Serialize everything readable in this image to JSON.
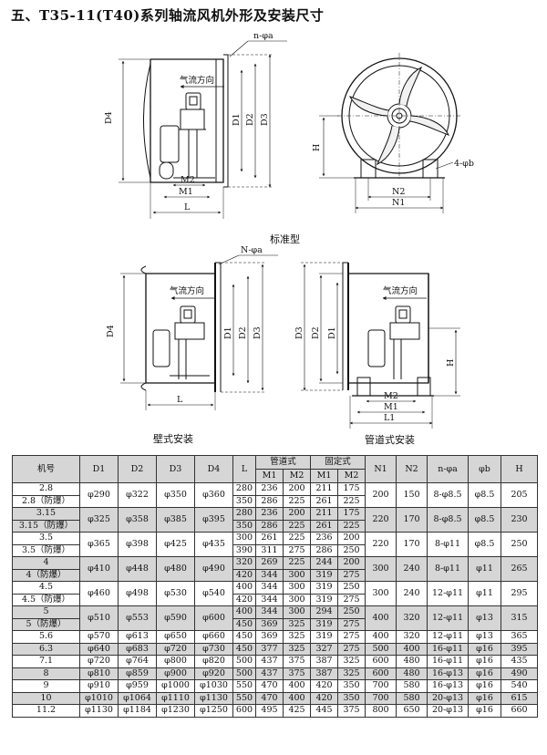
{
  "title": "五、T35-11(T40)系列轴流风机外形及安装尺寸",
  "drawings": {
    "standard": {
      "caption": "标准型",
      "labels": {
        "nphia": "n-φa",
        "airflow": "气流方向",
        "d1": "D1",
        "d2": "D2",
        "d3": "D3",
        "d4": "D4",
        "m1": "M1",
        "m2": "M2",
        "l": "L",
        "h": "H",
        "n1": "N1",
        "n2": "N2",
        "phib": "4-φb"
      }
    },
    "wall": {
      "caption": "壁式安装",
      "labels": {
        "nphia": "N-φa",
        "airflow": "气流方向",
        "d1": "D1",
        "d2": "D2",
        "d3": "D3",
        "d4": "D4",
        "l": "L"
      }
    },
    "duct": {
      "caption": "管道式安装",
      "labels": {
        "airflow": "气流方向",
        "d1": "D1",
        "d2": "D2",
        "d3": "D3",
        "m1": "M1",
        "m2": "M2",
        "l1": "L1",
        "h": "H"
      }
    }
  },
  "table": {
    "headers": {
      "model": "机号",
      "d1": "D1",
      "d2": "D2",
      "d3": "D3",
      "d4": "D4",
      "l": "L",
      "duct_group": "管道式",
      "fixed_group": "固定式",
      "m1": "M1",
      "m2": "M2",
      "n1": "N1",
      "n2": "N2",
      "na": "n-φa",
      "b": "φb",
      "h": "H"
    },
    "groups": [
      {
        "models": [
          "2.8",
          "2.8（防爆）"
        ],
        "d1": "φ290",
        "d2": "φ322",
        "d3": "φ350",
        "d4": "φ360",
        "rows": [
          [
            "280",
            "236",
            "200",
            "211",
            "175"
          ],
          [
            "350",
            "286",
            "225",
            "261",
            "225"
          ]
        ],
        "n1": "200",
        "n2": "150",
        "na": "8-φ8.5",
        "b": "φ8.5",
        "h": "205",
        "shade": false
      },
      {
        "models": [
          "3.15",
          "3.15（防爆）"
        ],
        "d1": "φ325",
        "d2": "φ358",
        "d3": "φ385",
        "d4": "φ395",
        "rows": [
          [
            "280",
            "236",
            "200",
            "211",
            "175"
          ],
          [
            "350",
            "286",
            "225",
            "261",
            "225"
          ]
        ],
        "n1": "220",
        "n2": "170",
        "na": "8-φ8.5",
        "b": "φ8.5",
        "h": "230",
        "shade": true
      },
      {
        "models": [
          "3.5",
          "3.5（防爆）"
        ],
        "d1": "φ365",
        "d2": "φ398",
        "d3": "φ425",
        "d4": "φ435",
        "rows": [
          [
            "300",
            "261",
            "225",
            "236",
            "200"
          ],
          [
            "390",
            "311",
            "275",
            "286",
            "250"
          ]
        ],
        "n1": "220",
        "n2": "170",
        "na": "8-φ11",
        "b": "φ8.5",
        "h": "250",
        "shade": false
      },
      {
        "models": [
          "4",
          "4（防爆）"
        ],
        "d1": "φ410",
        "d2": "φ448",
        "d3": "φ480",
        "d4": "φ490",
        "rows": [
          [
            "320",
            "269",
            "225",
            "244",
            "200"
          ],
          [
            "420",
            "344",
            "300",
            "319",
            "275"
          ]
        ],
        "n1": "300",
        "n2": "240",
        "na": "8-φ11",
        "b": "φ11",
        "h": "265",
        "shade": true
      },
      {
        "models": [
          "4.5",
          "4.5（防爆）"
        ],
        "d1": "φ460",
        "d2": "φ498",
        "d3": "φ530",
        "d4": "φ540",
        "rows": [
          [
            "400",
            "344",
            "300",
            "319",
            "250"
          ],
          [
            "420",
            "344",
            "300",
            "319",
            "275"
          ]
        ],
        "n1": "300",
        "n2": "240",
        "na": "12-φ11",
        "b": "φ11",
        "h": "295",
        "shade": false
      },
      {
        "models": [
          "5",
          "5（防爆）"
        ],
        "d1": "φ510",
        "d2": "φ553",
        "d3": "φ590",
        "d4": "φ600",
        "rows": [
          [
            "400",
            "344",
            "300",
            "294",
            "250"
          ],
          [
            "450",
            "369",
            "325",
            "319",
            "275"
          ]
        ],
        "n1": "400",
        "n2": "320",
        "na": "12-φ11",
        "b": "φ13",
        "h": "315",
        "shade": true
      }
    ],
    "single_rows": [
      {
        "cells": [
          "5.6",
          "φ570",
          "φ613",
          "φ650",
          "φ660",
          "450",
          "369",
          "325",
          "319",
          "275",
          "400",
          "320",
          "12-φ11",
          "φ13",
          "365"
        ],
        "shade": false
      },
      {
        "cells": [
          "6.3",
          "φ640",
          "φ683",
          "φ720",
          "φ730",
          "450",
          "377",
          "325",
          "327",
          "275",
          "500",
          "400",
          "16-φ11",
          "φ16",
          "395"
        ],
        "shade": true
      },
      {
        "cells": [
          "7.1",
          "φ720",
          "φ764",
          "φ800",
          "φ820",
          "500",
          "437",
          "375",
          "387",
          "325",
          "600",
          "480",
          "16-φ11",
          "φ16",
          "435"
        ],
        "shade": false
      },
      {
        "cells": [
          "8",
          "φ810",
          "φ859",
          "φ900",
          "φ920",
          "500",
          "437",
          "375",
          "387",
          "325",
          "600",
          "480",
          "16-φ13",
          "φ16",
          "490"
        ],
        "shade": true
      },
      {
        "cells": [
          "9",
          "φ910",
          "φ959",
          "φ1000",
          "φ1030",
          "550",
          "470",
          "400",
          "420",
          "350",
          "700",
          "580",
          "16-φ13",
          "φ16",
          "540"
        ],
        "shade": false
      },
      {
        "cells": [
          "10",
          "φ1010",
          "φ1064",
          "φ1110",
          "φ1130",
          "550",
          "470",
          "400",
          "420",
          "350",
          "700",
          "580",
          "20-φ13",
          "φ16",
          "615"
        ],
        "shade": true
      },
      {
        "cells": [
          "11.2",
          "φ1130",
          "φ1184",
          "φ1230",
          "φ1250",
          "600",
          "495",
          "425",
          "445",
          "375",
          "800",
          "650",
          "20-φ13",
          "φ16",
          "660"
        ],
        "shade": false
      }
    ]
  }
}
